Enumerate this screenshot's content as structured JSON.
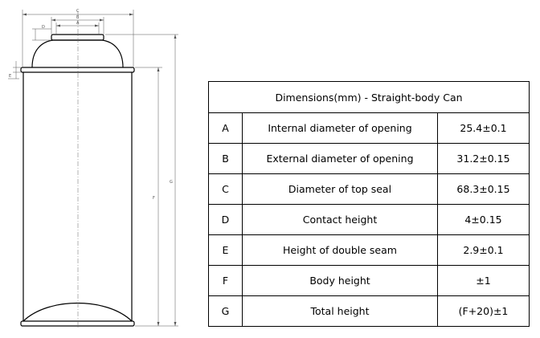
{
  "table": {
    "title": "Dimensions(mm) - Straight-body Can",
    "rows": [
      {
        "key": "A",
        "label": "Internal diameter of opening",
        "value": "25.4±0.1"
      },
      {
        "key": "B",
        "label": "External diameter of opening",
        "value": "31.2±0.15"
      },
      {
        "key": "C",
        "label": "Diameter of top seal",
        "value": "68.3±0.15"
      },
      {
        "key": "D",
        "label": "Contact height",
        "value": "4±0.15"
      },
      {
        "key": "E",
        "label": "Height of double seam",
        "value": "2.9±0.1"
      },
      {
        "key": "F",
        "label": "Body height",
        "value": "±1"
      },
      {
        "key": "G",
        "label": "Total height",
        "value": "(F+20)±1"
      }
    ]
  },
  "drawing_labels": {
    "A": "A",
    "B": "B",
    "C": "C",
    "D": "D",
    "E": "E",
    "F": "F",
    "G": "G"
  }
}
